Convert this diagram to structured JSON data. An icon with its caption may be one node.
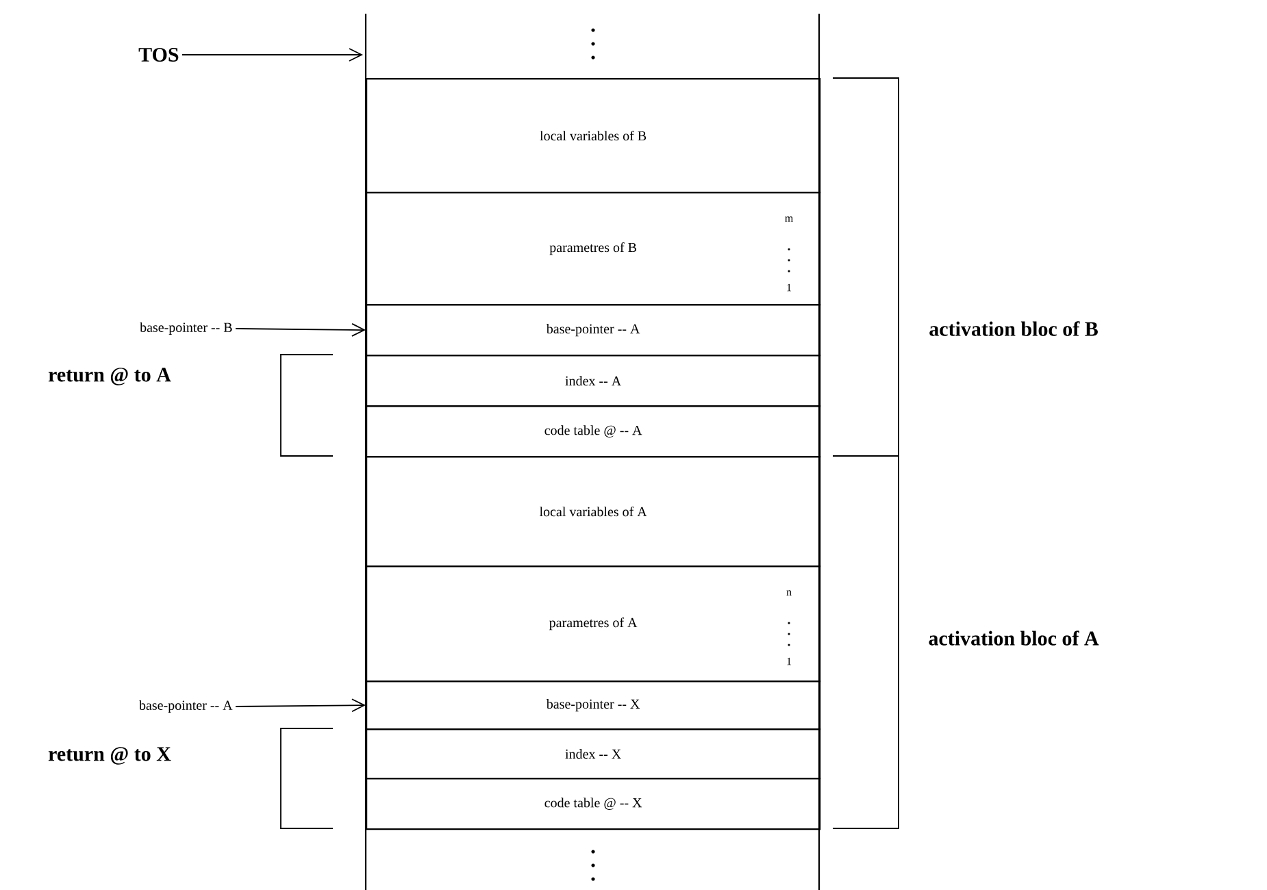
{
  "diagram": {
    "nodes": [
      {
        "text": [
          "TOS"
        ]
      },
      {
        "text": [
          "local variables of B"
        ]
      },
      {
        "text": [
          "parametres of B",
          "m",
          "1"
        ]
      },
      {
        "text": [
          "base-pointer -- A"
        ]
      },
      {
        "text": [
          "index -- A"
        ]
      },
      {
        "text": [
          "code table @ -- A"
        ]
      },
      {
        "text": [
          "local variables of A"
        ]
      },
      {
        "text": [
          "parametres of A",
          "n",
          "1"
        ]
      },
      {
        "text": [
          "base-pointer -- X"
        ]
      },
      {
        "text": [
          "index -- X"
        ]
      },
      {
        "text": [
          "code table @ -- X"
        ]
      },
      {
        "text": [
          "base-pointer -- B"
        ]
      },
      {
        "text": [
          "base-pointer -- A"
        ]
      }
    ],
    "edges": [
      {
        "from": 0,
        "to": null,
        "arrow": "to"
      },
      {
        "from": 11,
        "to": 3,
        "arrow": "to"
      },
      {
        "from": 12,
        "to": 8,
        "arrow": "to"
      }
    ],
    "labels": [
      "activation bloc of B",
      "return @ to A",
      "activation bloc of A",
      "return @ to X"
    ]
  }
}
